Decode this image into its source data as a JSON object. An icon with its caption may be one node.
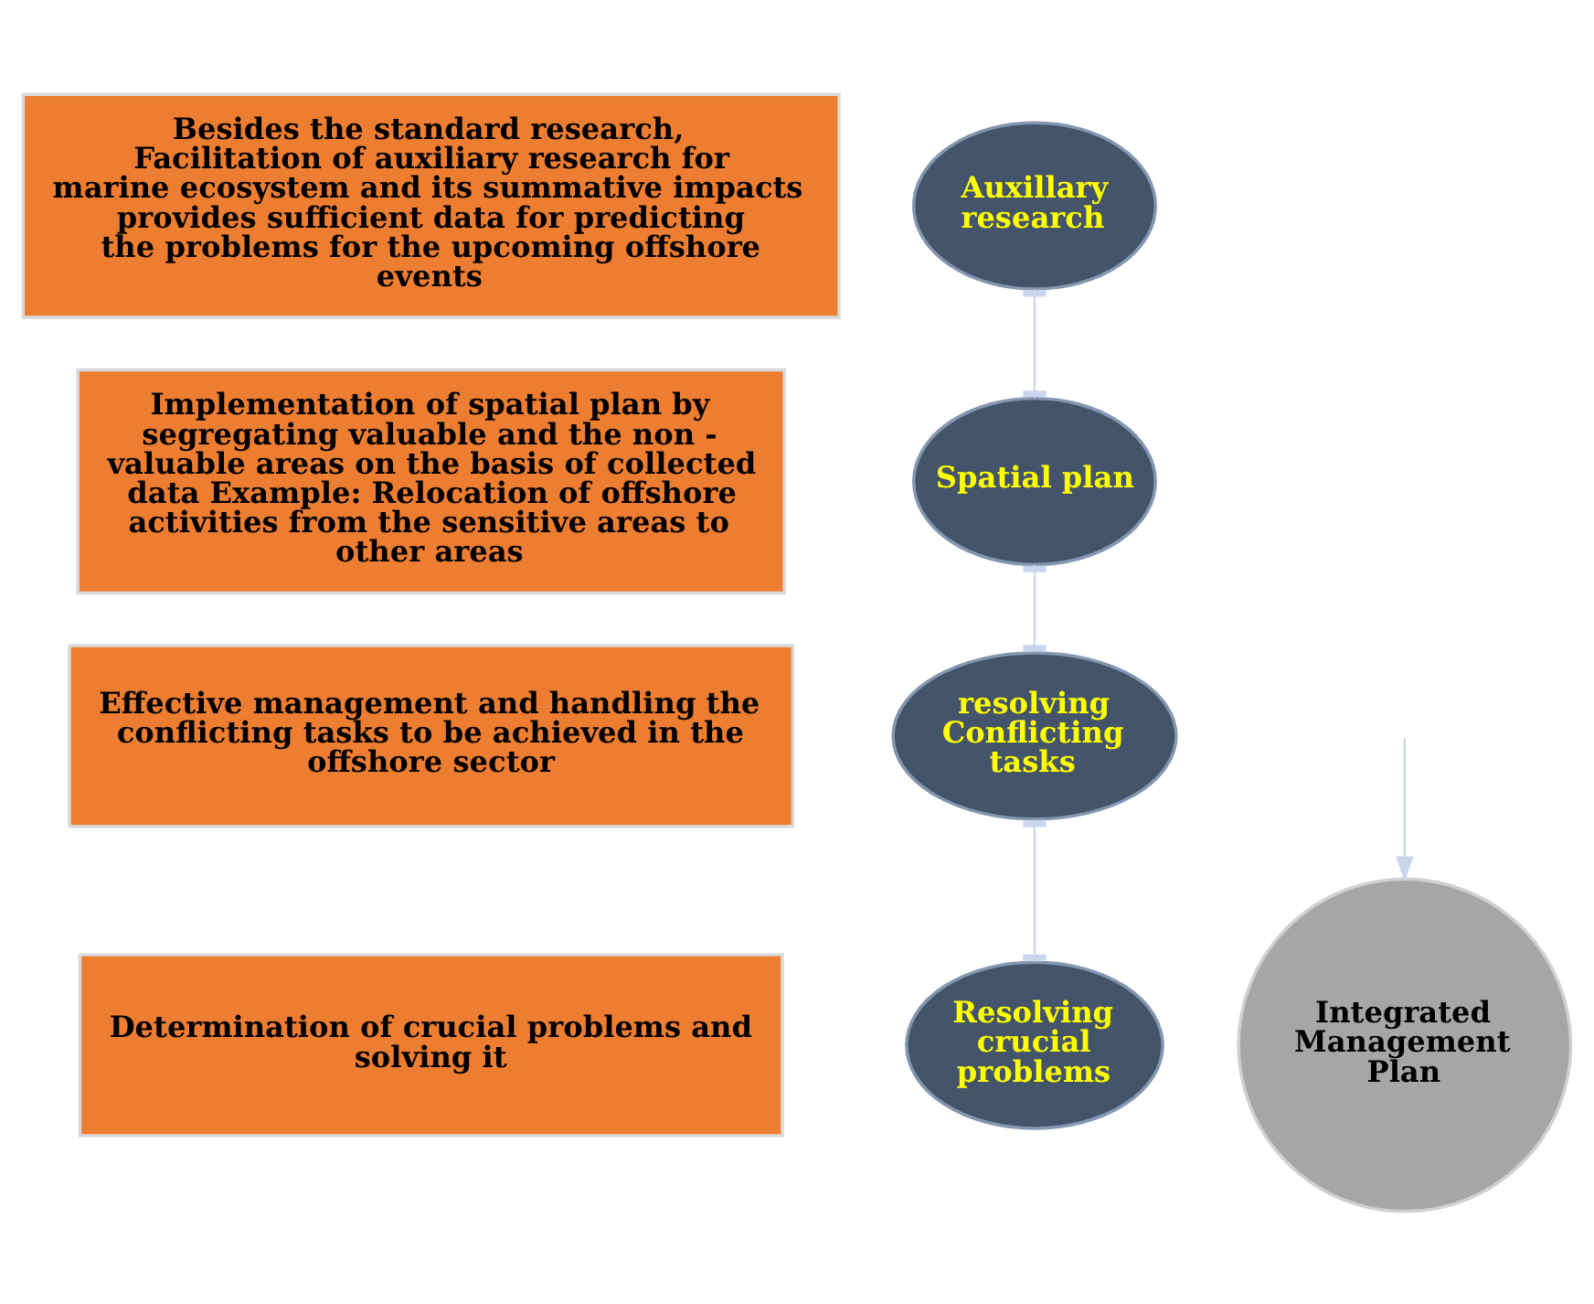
{
  "diagram": {
    "nodes": [
      {
        "text": [
          "Besides the standard research, Facilitation of auxiliary research for marine ecosystem and its summative impacts provides sufficient data for predicting the problems for the upcoming offshore events"
        ]
      },
      {
        "text": [
          "Auxillary research"
        ]
      },
      {
        "text": [
          "Implementation of spatial plan by segregating valuable and the non - valuable areas on the basis of collected data Example: Relocation of offshore activities from the sensitive areas to other areas"
        ]
      },
      {
        "text": [
          "Spatial plan"
        ]
      },
      {
        "text": [
          "Effective management and handling the conflicting tasks to be achieved in the offshore sector"
        ]
      },
      {
        "text": [
          "resolving Conflicting tasks"
        ]
      },
      {
        "text": [
          "Determination of crucial problems and solving it"
        ]
      },
      {
        "text": [
          "Resolving crucial problems"
        ]
      },
      {
        "text": [
          "Integrated Management Plan"
        ]
      }
    ],
    "edges": [
      {
        "from": 1,
        "to": 3,
        "arrow": "other",
        "color": "#c9d5ec"
      },
      {
        "from": 3,
        "to": 5,
        "arrow": "other",
        "color": "#c9d5ec"
      },
      {
        "from": 5,
        "to": 7,
        "arrow": "other",
        "color": "#c9d5ec"
      },
      {
        "from": null,
        "to": 8,
        "arrow": "to",
        "color": "#c9d5ec"
      }
    ]
  }
}
